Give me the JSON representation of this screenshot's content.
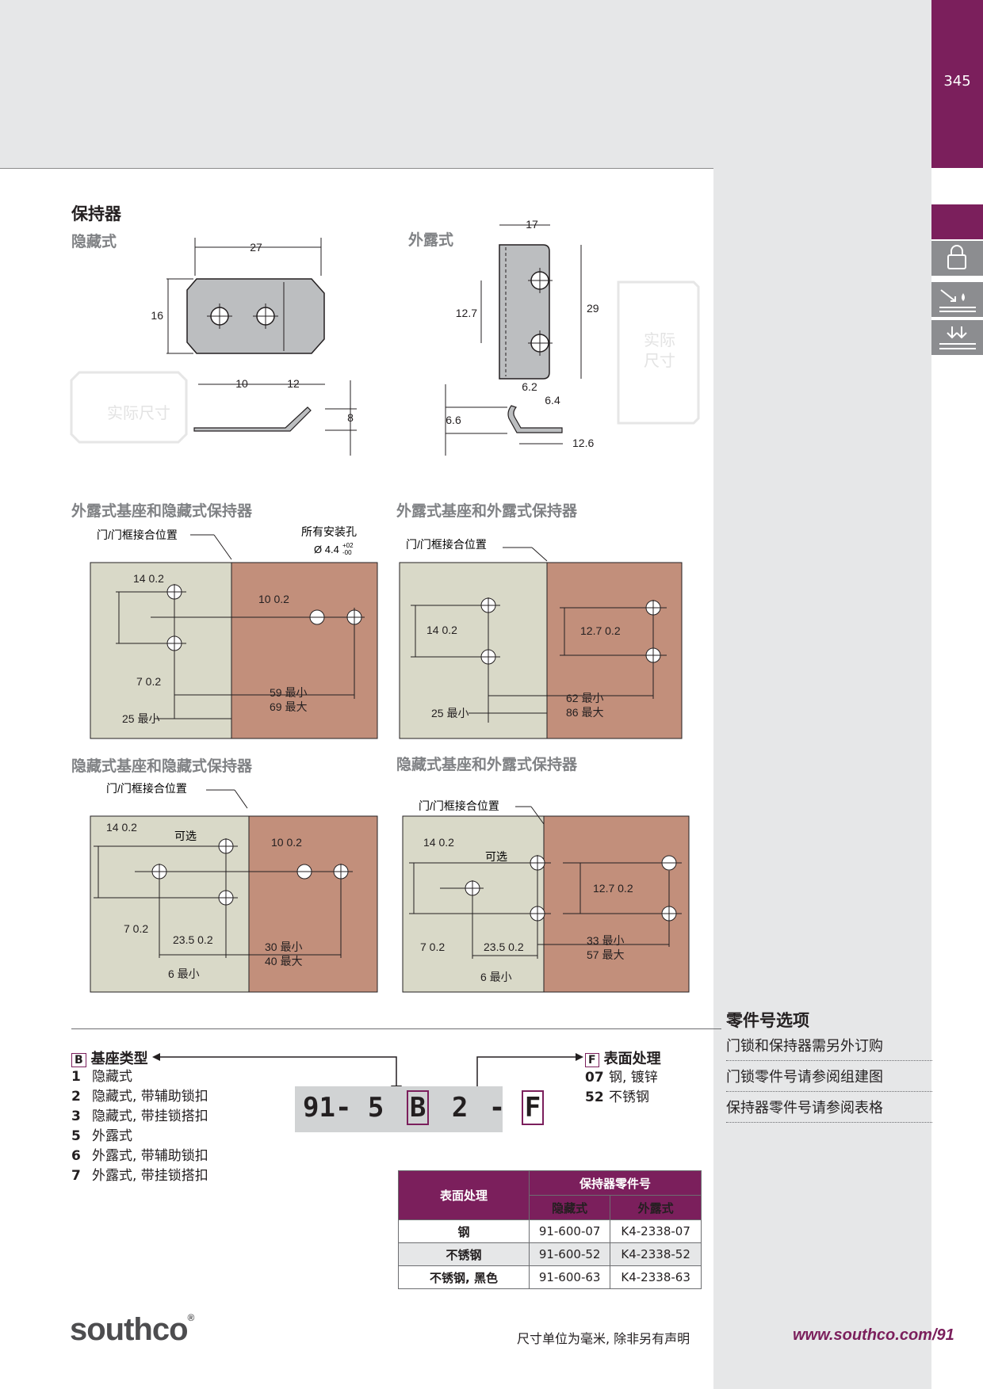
{
  "page_number": "345",
  "colors": {
    "brand": "#7b1f5c",
    "base_light": "#d9d9c8",
    "base_dark": "#c28f7b",
    "band": "#e6e7e8"
  },
  "side_tabs": [
    {
      "icon": "padlock-icon"
    },
    {
      "icon": "compression-icon"
    },
    {
      "icon": "flush-mount-icon"
    }
  ],
  "retainer": {
    "title": "保持器",
    "concealed_label": "隐藏式",
    "exposed_label": "外露式",
    "actual_size_label_1": "实际尺寸",
    "actual_size_label_2a": "实际",
    "actual_size_label_2b": "尺寸",
    "concealed_dims": {
      "width": "27",
      "height": "16",
      "hole_pitch": "10",
      "edge": "12",
      "thickness": "8"
    },
    "exposed_dims": {
      "width": "17",
      "height": "29",
      "hole_pitch": "12.7",
      "d1": "6.2",
      "d2": "6.4",
      "offset": "6.6",
      "length": "12.6"
    }
  },
  "diagrams": [
    {
      "title": "外露式基座和隐藏式保持器",
      "fit_label": "门/门框接合位置",
      "hole_label_1": "所有安装孔",
      "hole_label_2": "Ø 4.4",
      "tol_top": "+02",
      "tol_bot": "-00",
      "d_a": "14  0.2",
      "d_b": "10  0.2",
      "d_c": "7  0.2",
      "min_max_1": "59 最小",
      "min_max_2": "69 最大",
      "min_left": "25 最小"
    },
    {
      "title": "外露式基座和外露式保持器",
      "fit_label": "门/门框接合位置",
      "d_a": "14  0.2",
      "d_b": "12.7  0.2",
      "min_max_1": "62 最小",
      "min_max_2": "86 最大",
      "min_left": "25 最小"
    },
    {
      "title": "隐藏式基座和隐藏式保持器",
      "fit_label": "门/门框接合位置",
      "optional": "可选",
      "d_a": "14  0.2",
      "d_b": "10  0.2",
      "d_c": "7  0.2",
      "d_d": "23.5  0.2",
      "min_max_1": "30 最小",
      "min_max_2": "40 最大",
      "min_left": "6 最小"
    },
    {
      "title": "隐藏式基座和外露式保持器",
      "fit_label": "门/门框接合位置",
      "optional": "可选",
      "d_a": "14  0.2",
      "d_b": "12.7  0.2",
      "d_c": "7  0.2",
      "d_d": "23.5  0.2",
      "min_max_1": "33 最小",
      "min_max_2": "57 最大",
      "min_left": "6 最小"
    }
  ],
  "part_options": {
    "title": "零件号选项",
    "notes": [
      "门锁和保持器需另外订购",
      "门锁零件号请参阅组建图",
      "保持器零件号请参阅表格"
    ]
  },
  "base_type": {
    "code": "B",
    "title": "基座类型",
    "items": [
      {
        "n": "1",
        "label": "隐藏式"
      },
      {
        "n": "2",
        "label": "隐藏式, 带辅助锁扣"
      },
      {
        "n": "3",
        "label": "隐藏式, 带挂锁搭扣"
      },
      {
        "n": "5",
        "label": "外露式"
      },
      {
        "n": "6",
        "label": "外露式, 带辅助锁扣"
      },
      {
        "n": "7",
        "label": "外露式, 带挂锁搭扣"
      }
    ]
  },
  "finish": {
    "code": "F",
    "title": "表面处理",
    "items": [
      {
        "n": "07",
        "label": "钢, 镀锌"
      },
      {
        "n": "52",
        "label": "不锈钢"
      }
    ]
  },
  "part_code": {
    "prefix": "91- 5",
    "b": "B",
    "mid": "2",
    "dash": "-",
    "f": "F"
  },
  "table": {
    "h_finish": "表面处理",
    "h_retainer": "保持器零件号",
    "h_concealed": "隐藏式",
    "h_exposed": "外露式",
    "rows": [
      {
        "finish": "钢",
        "concealed": "91-600-07",
        "exposed": "K4-2338-07"
      },
      {
        "finish": "不锈钢",
        "concealed": "91-600-52",
        "exposed": "K4-2338-52"
      },
      {
        "finish": "不锈钢, 黑色",
        "concealed": "91-600-63",
        "exposed": "K4-2338-63"
      }
    ]
  },
  "footer": {
    "logo": "southco",
    "reg": "®",
    "units_note": "尺寸单位为毫米, 除非另有声明",
    "url": "www.southco.com/91"
  }
}
